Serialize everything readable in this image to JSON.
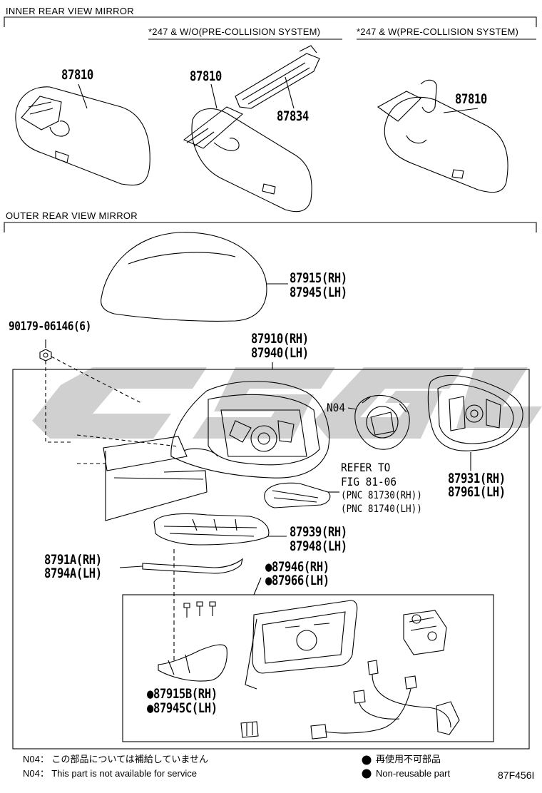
{
  "sections": {
    "inner": "INNER REAR VIEW MIRROR",
    "outer": "OUTER REAR VIEW MIRROR"
  },
  "conditions": {
    "without_pcs": "*247 & W/O(PRE-COLLISION SYSTEM)",
    "with_pcs": "*247 & W(PRE-COLLISION SYSTEM)"
  },
  "parts": {
    "p87810_a": "87810",
    "p87810_b": "87810",
    "p87834": "87834",
    "p87810_c": "87810",
    "cover_rh": "87915(RH)",
    "cover_lh": "87945(LH)",
    "screw": "90179-06146(6)",
    "assy_rh": "87910(RH)",
    "assy_lh": "87940(LH)",
    "n04": "N04",
    "refer1": "REFER TO",
    "refer2": "FIG 81-06",
    "refer3": "(PNC 81730(RH))",
    "refer4": "(PNC 81740(LH))",
    "housing_rh": "87931(RH)",
    "housing_lh": "87961(LH)",
    "lamp_rh": "87939(RH)",
    "lamp_lh": "87948(LH)",
    "garnish_rh": "8791A(RH)",
    "garnish_lh": "8794A(LH)",
    "sub_rh": "●87946(RH)",
    "sub_lh": "●87966(LH)",
    "lower_rh": "●87915B(RH)",
    "lower_lh": "●87945C(LH)"
  },
  "notes": {
    "n04_jp": "N04： この部品については補給していません",
    "n04_en": "N04： This part is not available for service",
    "nr_jp": "再使用不可部品",
    "nr_en": "Non-reusable part",
    "fig_code": "87F456I"
  },
  "watermark": "CSGL"
}
